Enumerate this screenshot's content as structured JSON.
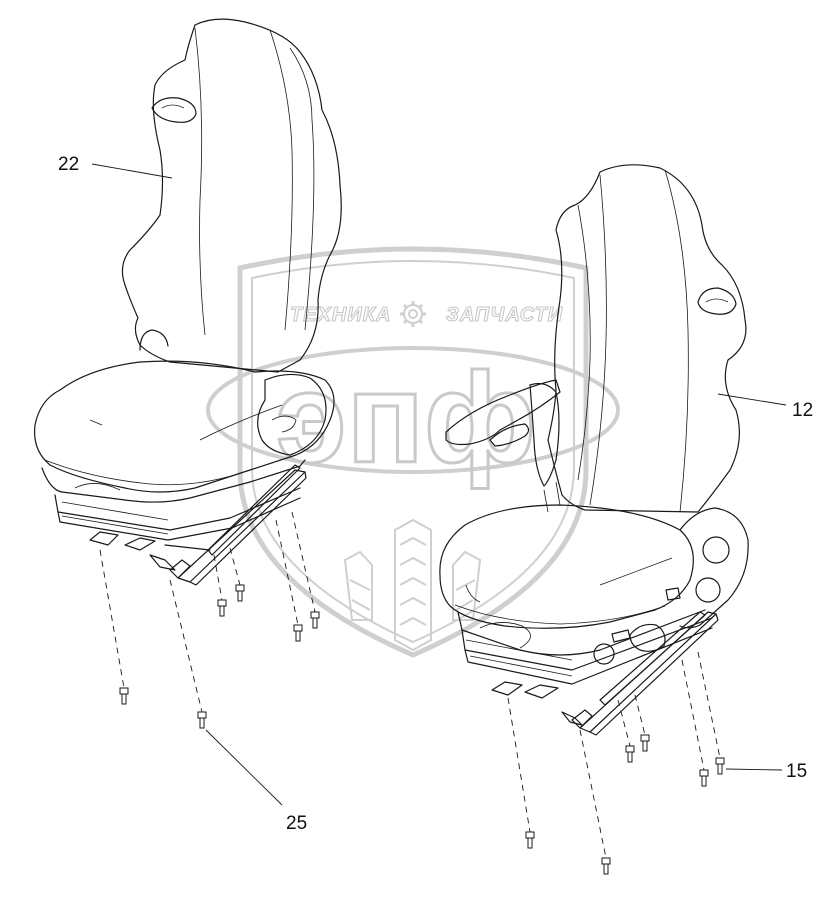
{
  "callouts": {
    "c22": "22",
    "c12": "12",
    "c15": "15",
    "c25": "25"
  },
  "watermark": {
    "left_word": "ТЕХНИКА",
    "right_word": "ЗАПЧАСТИ",
    "logo": "эпф"
  },
  "colors": {
    "line": "#1a1a1a",
    "watermark": "#cfcfcf",
    "background": "#ffffff"
  },
  "icons": [
    "gear-icon",
    "shield-emblem",
    "wheat-sheaf-icon"
  ]
}
